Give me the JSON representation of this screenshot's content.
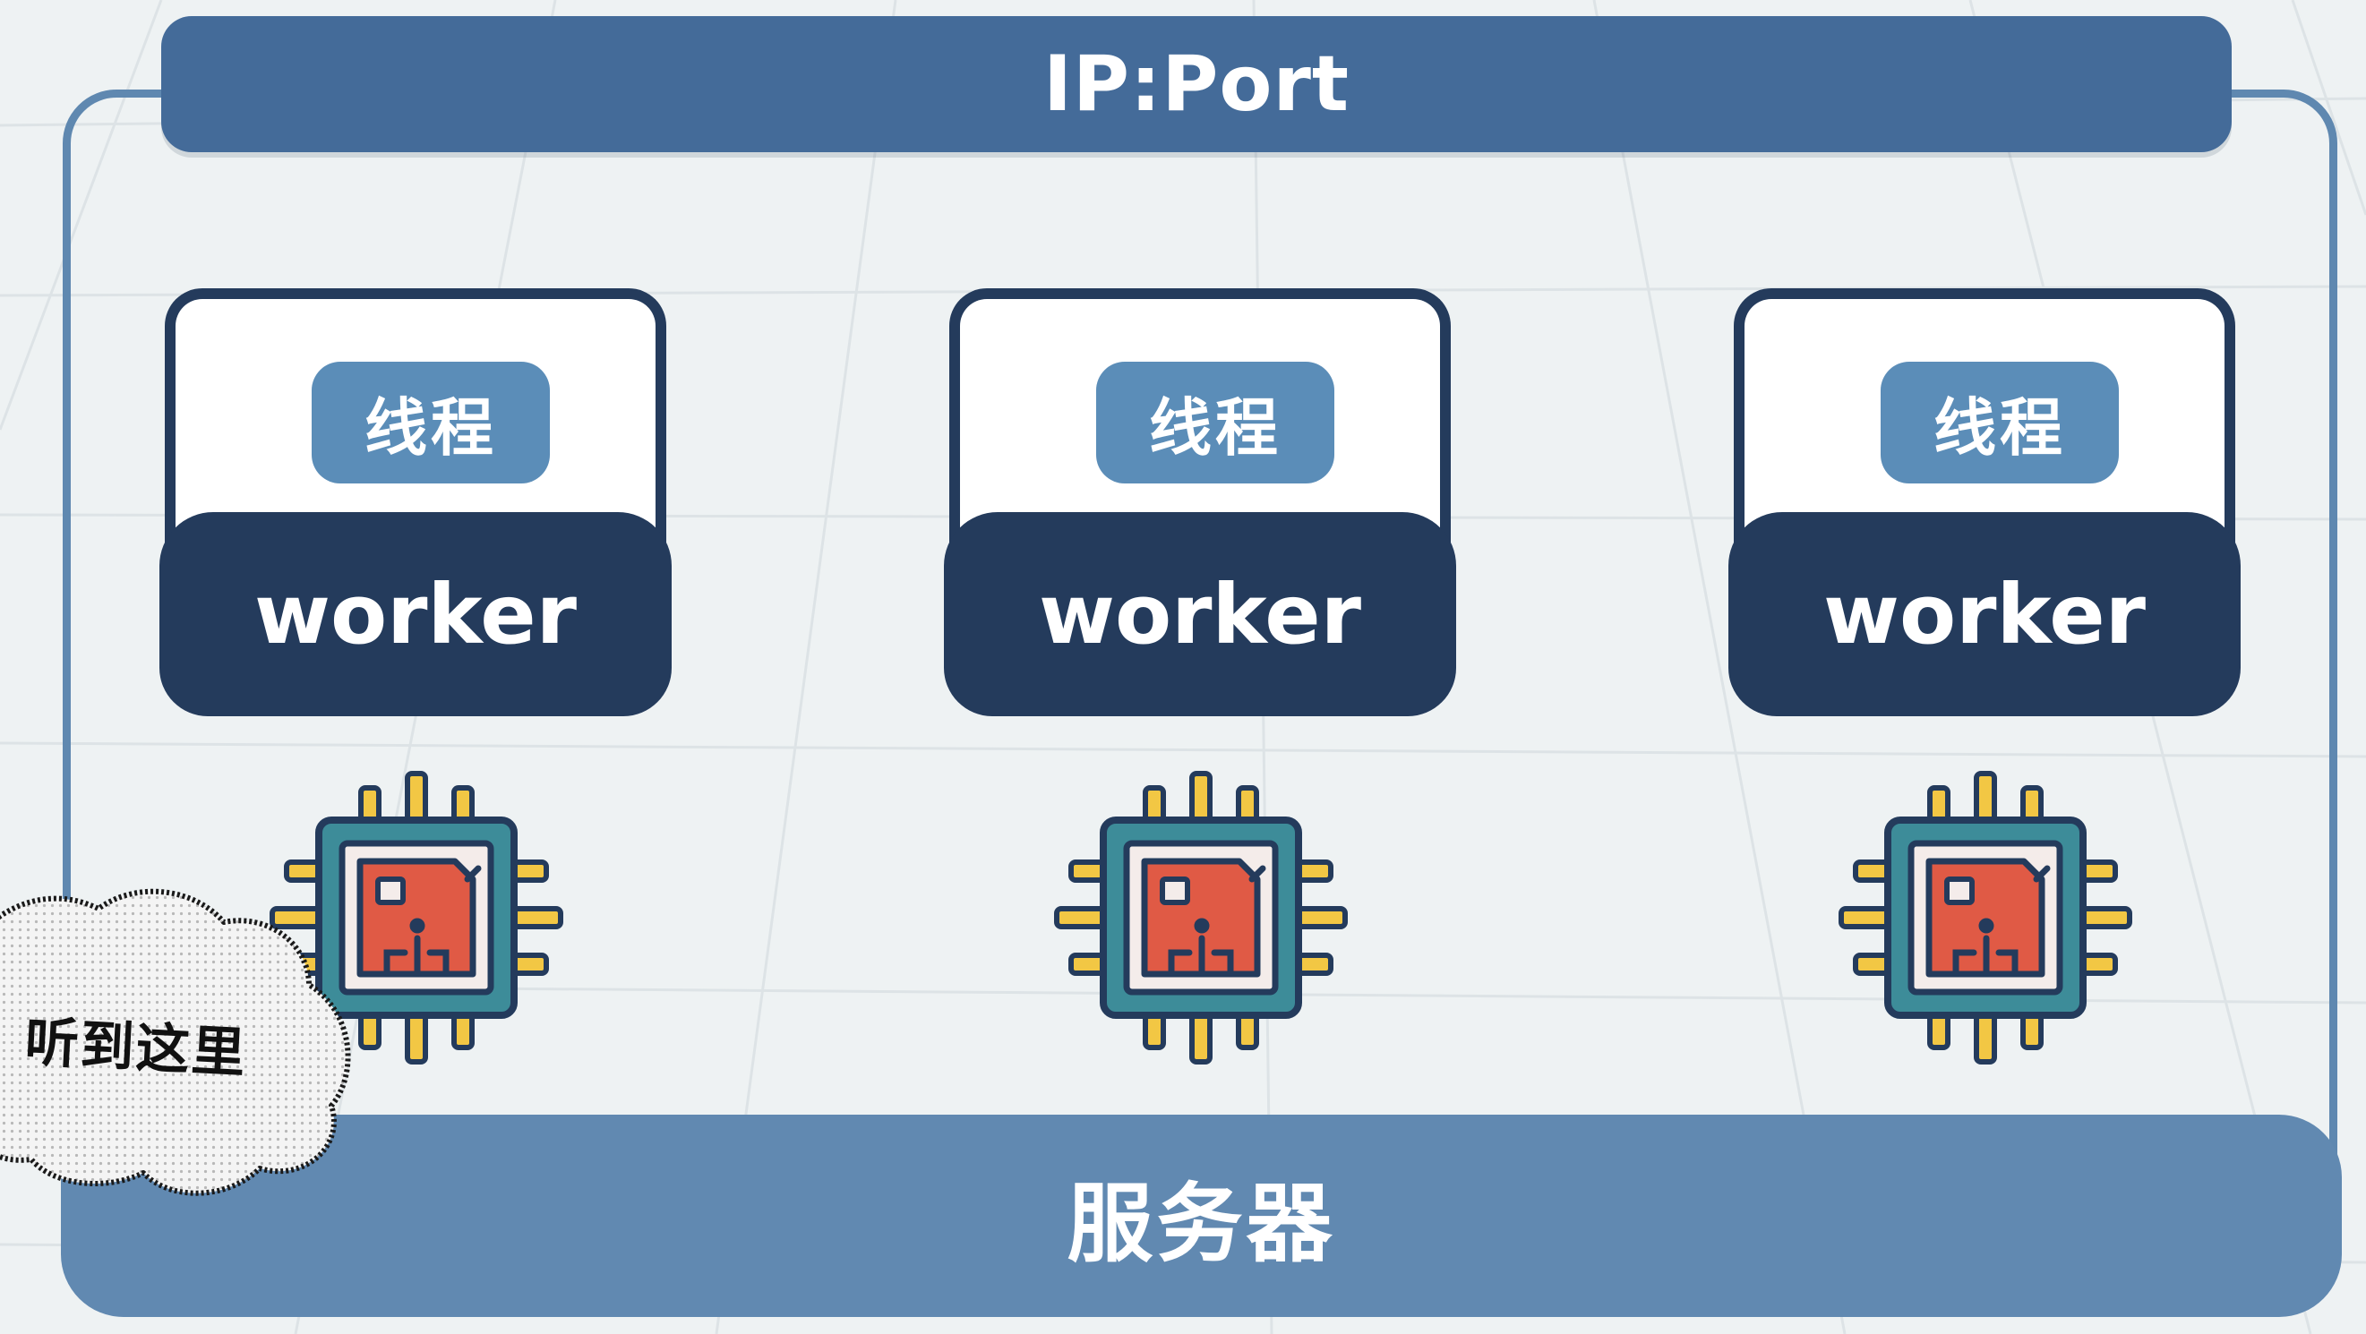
{
  "header": {
    "label": "IP:Port"
  },
  "workers": [
    {
      "thread_label": "线程",
      "worker_label": "worker"
    },
    {
      "thread_label": "线程",
      "worker_label": "worker"
    },
    {
      "thread_label": "线程",
      "worker_label": "worker"
    }
  ],
  "server": {
    "label": "服务器"
  },
  "bubble": {
    "label": "听到这里"
  },
  "colors": {
    "header_bar": "#446b99",
    "server_bar": "#6189b1",
    "worker_dark": "#243b5c",
    "thread_badge": "#5b8db8",
    "cpu_teal": "#3d8c99",
    "cpu_red": "#e05a45",
    "cpu_pins": "#f2c744"
  },
  "icons": [
    "cpu-chip-icon",
    "thought-bubble-icon"
  ]
}
